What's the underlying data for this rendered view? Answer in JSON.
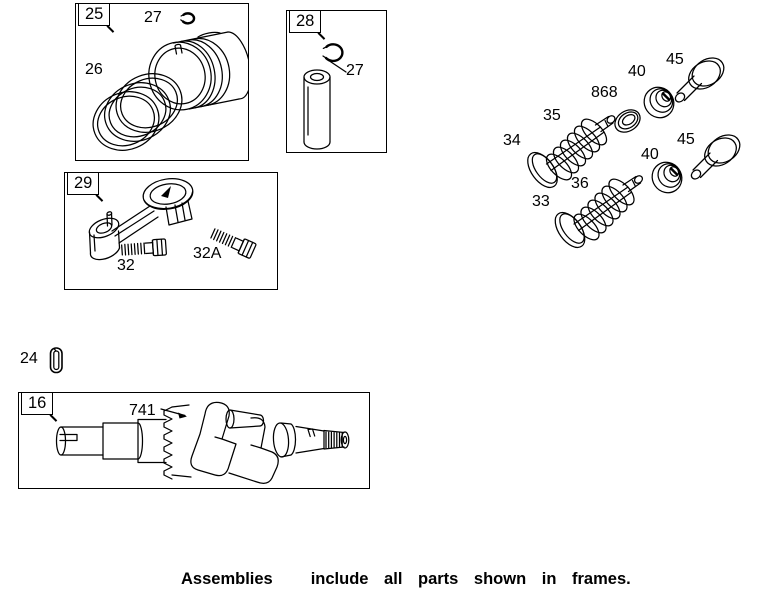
{
  "caption": {
    "lead_word": "Assemblies",
    "rest": "include all parts shown in frames."
  },
  "frames": {
    "piston": {
      "number": "25",
      "rings_label": "26",
      "clip_label": "27"
    },
    "piston_pin": {
      "number": "28",
      "clip_label": "27"
    },
    "connecting_rod": {
      "number": "29",
      "screw_label": "32",
      "screw_a_label": "32A"
    },
    "crankshaft": {
      "number": "16",
      "gear_label": "741"
    }
  },
  "loose": {
    "key_label": "24",
    "valvetrain": {
      "intake_valve_label": "34",
      "intake_spring_label": "35",
      "seal_label": "868",
      "exhaust_spring_label": "36",
      "exhaust_valve_label": "33",
      "rotator_top_label": "40",
      "rotator_bottom_label": "40",
      "tappet_top_label": "45",
      "tappet_bottom_label": "45"
    }
  }
}
